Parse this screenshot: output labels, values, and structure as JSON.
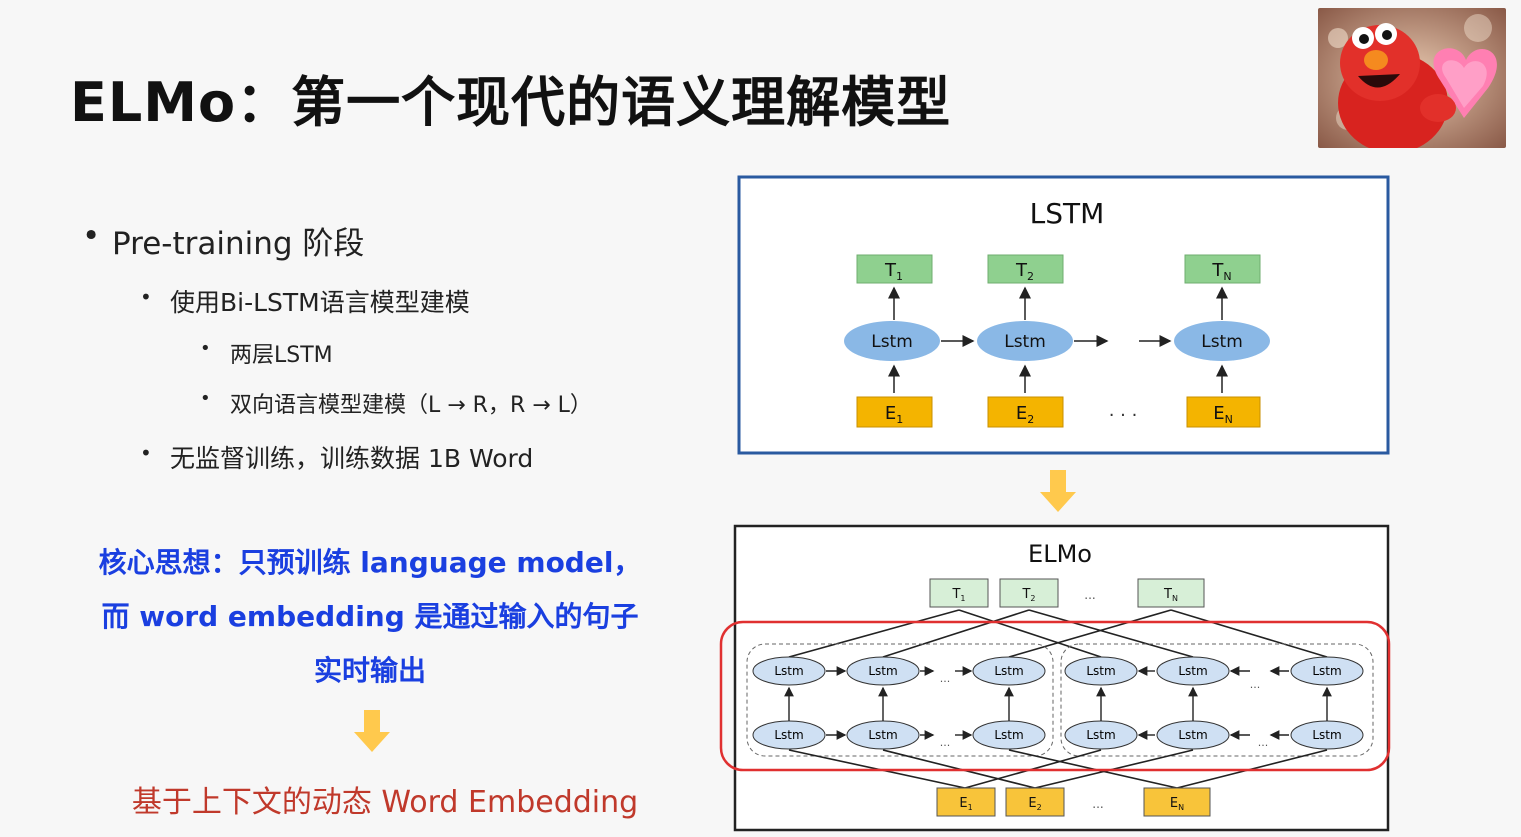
{
  "slide": {
    "title": "ELMo：第一个现代的语义理解模型",
    "bullets": {
      "pretraining": "Pre-training 阶段",
      "bilstm": "使用Bi-LSTM语言模型建模",
      "two_layer": "两层LSTM",
      "bidirectional": "双向语言模型建模（L → R，R → L）",
      "unsupervised": "无监督训练，训练数据 1B Word"
    },
    "core_idea": {
      "line1": "核心思想：只预训练 language model，",
      "line2": "而 word embedding 是通过输入的句子",
      "line3": "实时输出"
    },
    "result": "基于上下文的动态 Word Embedding"
  },
  "lstm_diagram": {
    "title": "LSTM",
    "cell_label": "Lstm",
    "outputs": [
      "T",
      "T",
      "T"
    ],
    "output_subs": [
      "1",
      "2",
      "N"
    ],
    "inputs": [
      "E",
      "E",
      "E"
    ],
    "input_subs": [
      "1",
      "2",
      "N"
    ],
    "ellipsis": "· · ·"
  },
  "elmo_diagram": {
    "title": "ELMo",
    "cell_label": "Lstm",
    "outputs": [
      "T",
      "T",
      "T"
    ],
    "output_subs": [
      "1",
      "2",
      "N"
    ],
    "inputs": [
      "E",
      "E",
      "E"
    ],
    "input_subs": [
      "1",
      "2",
      "N"
    ],
    "ellipsis": "..."
  },
  "colors": {
    "title": "#111111",
    "core_blue": "#1a3fe0",
    "result_red": "#c0392b",
    "lstm_frame": "#2a5aa0",
    "output_green": "#8fd08f",
    "input_orange": "#f4b400",
    "cell_blue": "#8ab8e6",
    "highlight_red": "#e03030",
    "arrow_yellow": "#ffc94d"
  }
}
